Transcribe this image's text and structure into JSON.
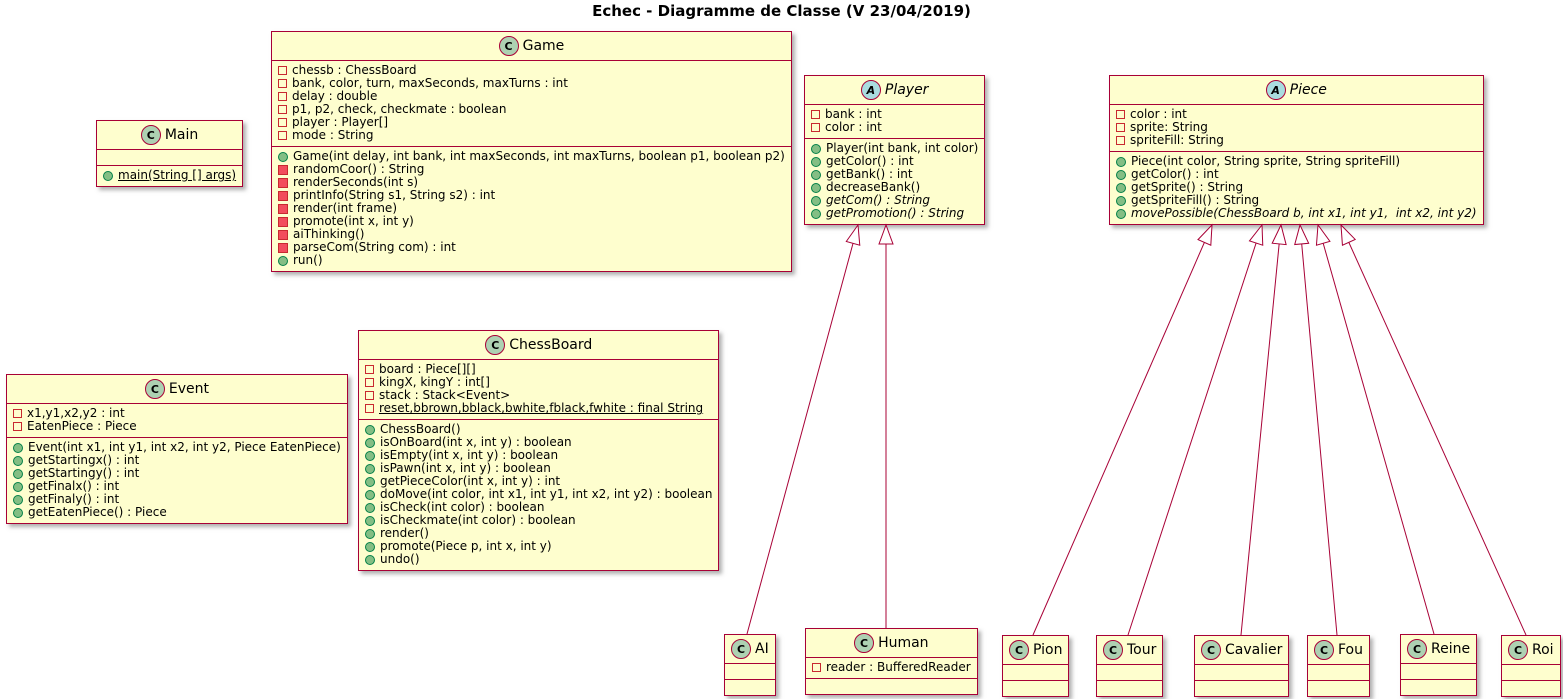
{
  "title": "Echec - Diagramme de Classe (V 23/04/2019)",
  "colors": {
    "box_fill": "#FEFECE",
    "box_border": "#A80036",
    "arrow": "#A80036",
    "class_icon_fill": "#ADD1B2",
    "abstract_icon_fill": "#A9DCDF",
    "public_icon_fill": "#84BE84",
    "private_icon_fill": "#F24D5C",
    "field_icon_border": "#C82930"
  },
  "classes": {
    "main": {
      "kind": "C",
      "name": "Main",
      "attrs": [],
      "methods": [
        {
          "text": "main(String [] args)",
          "visibility": "public",
          "modifier": "static"
        }
      ]
    },
    "game": {
      "kind": "C",
      "name": "Game",
      "attrs": [
        {
          "text": "chessb : ChessBoard",
          "visibility": "private",
          "modifier": ""
        },
        {
          "text": "bank, color, turn, maxSeconds, maxTurns : int",
          "visibility": "private",
          "modifier": ""
        },
        {
          "text": "delay : double",
          "visibility": "private",
          "modifier": ""
        },
        {
          "text": "p1, p2, check, checkmate : boolean",
          "visibility": "private",
          "modifier": ""
        },
        {
          "text": "player : Player[]",
          "visibility": "private",
          "modifier": ""
        },
        {
          "text": "mode : String",
          "visibility": "private",
          "modifier": ""
        }
      ],
      "methods": [
        {
          "text": "Game(int delay, int bank, int maxSeconds, int maxTurns, boolean p1, boolean p2)",
          "visibility": "public",
          "modifier": ""
        },
        {
          "text": "randomCoor() : String",
          "visibility": "private",
          "modifier": ""
        },
        {
          "text": "renderSeconds(int s)",
          "visibility": "private",
          "modifier": ""
        },
        {
          "text": "printInfo(String s1, String s2) : int",
          "visibility": "private",
          "modifier": ""
        },
        {
          "text": "render(int frame)",
          "visibility": "private",
          "modifier": ""
        },
        {
          "text": "promote(int x, int y)",
          "visibility": "private",
          "modifier": ""
        },
        {
          "text": "aiThinking()",
          "visibility": "private",
          "modifier": ""
        },
        {
          "text": "parseCom(String com) : int",
          "visibility": "private",
          "modifier": ""
        },
        {
          "text": "run()",
          "visibility": "public",
          "modifier": ""
        }
      ]
    },
    "event": {
      "kind": "C",
      "name": "Event",
      "attrs": [
        {
          "text": "x1,y1,x2,y2 : int",
          "visibility": "private",
          "modifier": ""
        },
        {
          "text": "EatenPiece : Piece",
          "visibility": "private",
          "modifier": ""
        }
      ],
      "methods": [
        {
          "text": "Event(int x1, int y1, int x2, int y2, Piece EatenPiece)",
          "visibility": "public",
          "modifier": ""
        },
        {
          "text": "getStartingx() : int",
          "visibility": "public",
          "modifier": ""
        },
        {
          "text": "getStartingy() : int",
          "visibility": "public",
          "modifier": ""
        },
        {
          "text": "getFinalx() : int",
          "visibility": "public",
          "modifier": ""
        },
        {
          "text": "getFinaly() : int",
          "visibility": "public",
          "modifier": ""
        },
        {
          "text": "getEatenPiece() : Piece",
          "visibility": "public",
          "modifier": ""
        }
      ]
    },
    "chessboard": {
      "kind": "C",
      "name": "ChessBoard",
      "attrs": [
        {
          "text": "board : Piece[][]",
          "visibility": "private",
          "modifier": ""
        },
        {
          "text": "kingX, kingY : int[]",
          "visibility": "private",
          "modifier": ""
        },
        {
          "text": "stack : Stack<Event>",
          "visibility": "private",
          "modifier": ""
        },
        {
          "text": "reset,bbrown,bblack,bwhite,fblack,fwhite : final String",
          "visibility": "private",
          "modifier": "static"
        }
      ],
      "methods": [
        {
          "text": "ChessBoard()",
          "visibility": "public",
          "modifier": ""
        },
        {
          "text": "isOnBoard(int x, int y) : boolean",
          "visibility": "public",
          "modifier": ""
        },
        {
          "text": "isEmpty(int x, int y) : boolean",
          "visibility": "public",
          "modifier": ""
        },
        {
          "text": "isPawn(int x, int y) : boolean",
          "visibility": "public",
          "modifier": ""
        },
        {
          "text": "getPieceColor(int x, int y) : int",
          "visibility": "public",
          "modifier": ""
        },
        {
          "text": "doMove(int color, int x1, int y1, int x2, int y2) : boolean",
          "visibility": "public",
          "modifier": ""
        },
        {
          "text": "isCheck(int color) : boolean",
          "visibility": "public",
          "modifier": ""
        },
        {
          "text": "isCheckmate(int color) : boolean",
          "visibility": "public",
          "modifier": ""
        },
        {
          "text": "render()",
          "visibility": "public",
          "modifier": ""
        },
        {
          "text": "promote(Piece p, int x, int y)",
          "visibility": "public",
          "modifier": ""
        },
        {
          "text": "undo()",
          "visibility": "public",
          "modifier": ""
        }
      ]
    },
    "player": {
      "kind": "A",
      "name": "Player",
      "attrs": [
        {
          "text": "bank : int",
          "visibility": "private",
          "modifier": ""
        },
        {
          "text": "color : int",
          "visibility": "private",
          "modifier": ""
        }
      ],
      "methods": [
        {
          "text": "Player(int bank, int color)",
          "visibility": "public",
          "modifier": ""
        },
        {
          "text": "getColor() : int",
          "visibility": "public",
          "modifier": ""
        },
        {
          "text": "getBank() : int",
          "visibility": "public",
          "modifier": ""
        },
        {
          "text": "decreaseBank()",
          "visibility": "public",
          "modifier": ""
        },
        {
          "text": "getCom() : String",
          "visibility": "public",
          "modifier": "abstract"
        },
        {
          "text": "getPromotion() : String",
          "visibility": "public",
          "modifier": "abstract"
        }
      ]
    },
    "piece": {
      "kind": "A",
      "name": "Piece",
      "attrs": [
        {
          "text": "color : int",
          "visibility": "private",
          "modifier": ""
        },
        {
          "text": "sprite: String",
          "visibility": "private",
          "modifier": ""
        },
        {
          "text": "spriteFill: String",
          "visibility": "private",
          "modifier": ""
        }
      ],
      "methods": [
        {
          "text": "Piece(int color, String sprite, String spriteFill)",
          "visibility": "public",
          "modifier": ""
        },
        {
          "text": "getColor() : int",
          "visibility": "public",
          "modifier": ""
        },
        {
          "text": "getSprite() : String",
          "visibility": "public",
          "modifier": ""
        },
        {
          "text": "getSpriteFill() : String",
          "visibility": "public",
          "modifier": ""
        },
        {
          "text": "movePossible(ChessBoard b, int x1, int y1,  int x2, int y2)",
          "visibility": "public",
          "modifier": "abstract"
        }
      ]
    },
    "ai": {
      "kind": "C",
      "name": "AI",
      "attrs": [],
      "methods": []
    },
    "human": {
      "kind": "C",
      "name": "Human",
      "attrs": [
        {
          "text": "reader : BufferedReader",
          "visibility": "private",
          "modifier": ""
        }
      ],
      "methods": []
    },
    "pion": {
      "kind": "C",
      "name": "Pion",
      "attrs": [],
      "methods": []
    },
    "tour": {
      "kind": "C",
      "name": "Tour",
      "attrs": [],
      "methods": []
    },
    "cavalier": {
      "kind": "C",
      "name": "Cavalier",
      "attrs": [],
      "methods": []
    },
    "fou": {
      "kind": "C",
      "name": "Fou",
      "attrs": [],
      "methods": []
    },
    "reine": {
      "kind": "C",
      "name": "Reine",
      "attrs": [],
      "methods": []
    },
    "roi": {
      "kind": "C",
      "name": "Roi",
      "attrs": [],
      "methods": []
    }
  },
  "relations": [
    {
      "child": "AI",
      "parent": "Player",
      "type": "extends"
    },
    {
      "child": "Human",
      "parent": "Player",
      "type": "extends"
    },
    {
      "child": "Pion",
      "parent": "Piece",
      "type": "extends"
    },
    {
      "child": "Tour",
      "parent": "Piece",
      "type": "extends"
    },
    {
      "child": "Cavalier",
      "parent": "Piece",
      "type": "extends"
    },
    {
      "child": "Fou",
      "parent": "Piece",
      "type": "extends"
    },
    {
      "child": "Reine",
      "parent": "Piece",
      "type": "extends"
    },
    {
      "child": "Roi",
      "parent": "Piece",
      "type": "extends"
    }
  ]
}
